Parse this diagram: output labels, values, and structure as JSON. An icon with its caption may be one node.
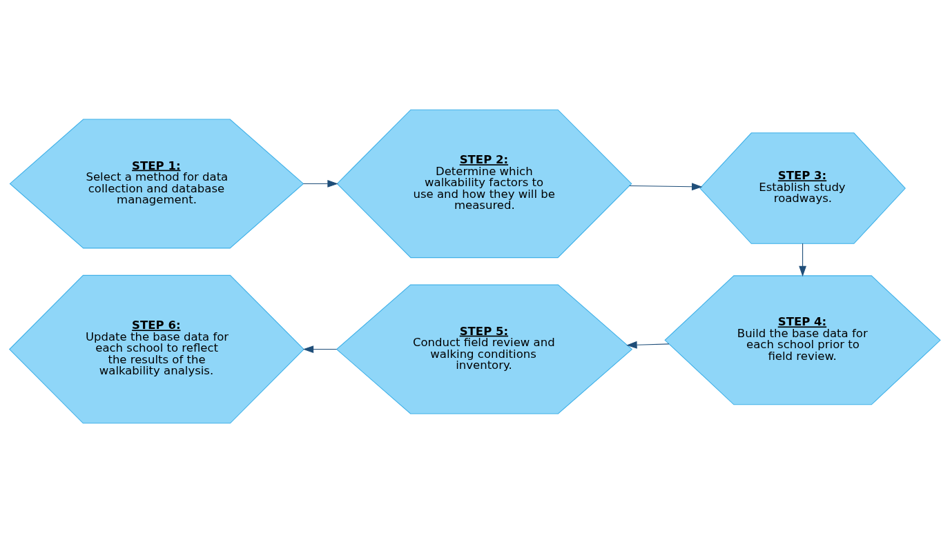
{
  "diagram": {
    "nodes": [
      {
        "text": [
          "STEP 1:",
          "Select a method for data collection and database management."
        ]
      },
      {
        "text": [
          "STEP 2:",
          "Determine which walkability factors to use and how they will be measured."
        ]
      },
      {
        "text": [
          "STEP 3:",
          "Establish study roadways."
        ]
      },
      {
        "text": [
          "STEP 4:",
          "Build the base data for each school prior to field review."
        ]
      },
      {
        "text": [
          "STEP 5:",
          "Conduct field review and walking conditions inventory."
        ]
      },
      {
        "text": [
          "STEP 6:",
          "Update the base data for each school to reflect the results of the walkability analysis."
        ]
      }
    ],
    "edges": [
      {
        "from": 0,
        "to": 1,
        "arrow": "to"
      },
      {
        "from": 1,
        "to": 2,
        "arrow": "to"
      },
      {
        "from": 2,
        "to": 3,
        "arrow": "to"
      },
      {
        "from": 3,
        "to": 4,
        "arrow": "to"
      },
      {
        "from": 4,
        "to": 5,
        "arrow": "to"
      }
    ]
  }
}
